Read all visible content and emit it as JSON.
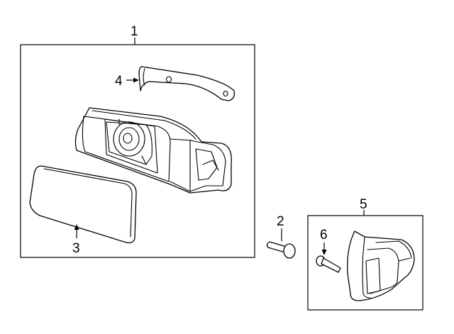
{
  "diagram": {
    "callouts": {
      "c1": "1",
      "c2": "2",
      "c3": "3",
      "c4": "4",
      "c5": "5",
      "c6": "6"
    },
    "parts": [
      {
        "callout": "1",
        "icon": "mirror-assembly-icon"
      },
      {
        "callout": "2",
        "icon": "pin-icon"
      },
      {
        "callout": "3",
        "icon": "mirror-glass-icon"
      },
      {
        "callout": "4",
        "icon": "cover-icon"
      },
      {
        "callout": "5",
        "icon": "cover-assembly-icon"
      },
      {
        "callout": "6",
        "icon": "screw-icon"
      }
    ]
  }
}
